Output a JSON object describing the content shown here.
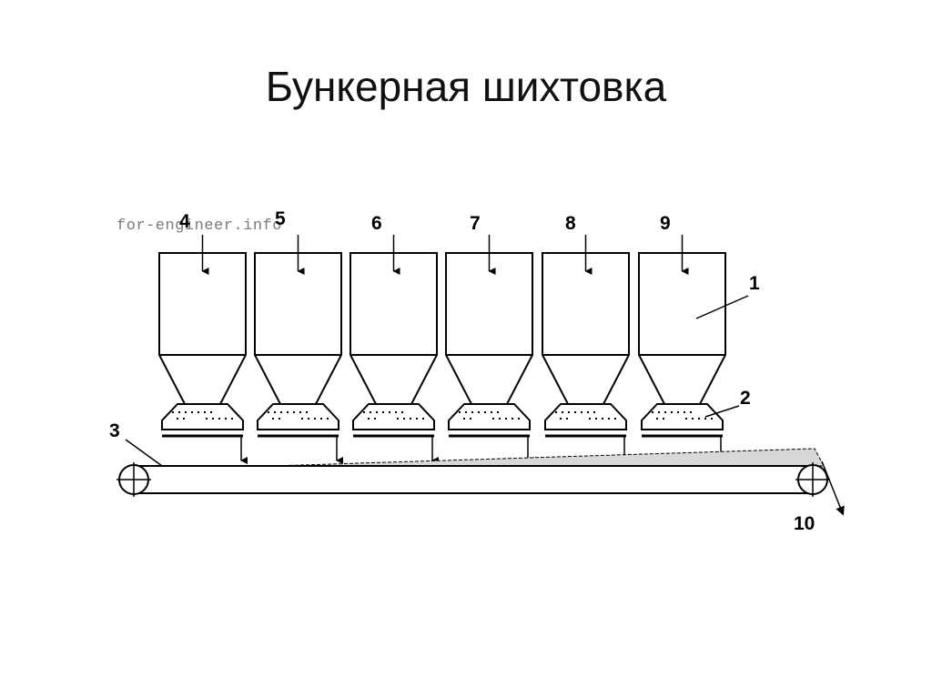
{
  "title": "Бункерная шихтовка",
  "watermark": "for-engineer.info",
  "labels": {
    "bin_4": "4",
    "bin_5": "5",
    "bin_6": "6",
    "bin_7": "7",
    "bin_8": "8",
    "bin_9": "9",
    "hopper": "1",
    "feeder": "2",
    "belt": "3",
    "output": "10"
  }
}
